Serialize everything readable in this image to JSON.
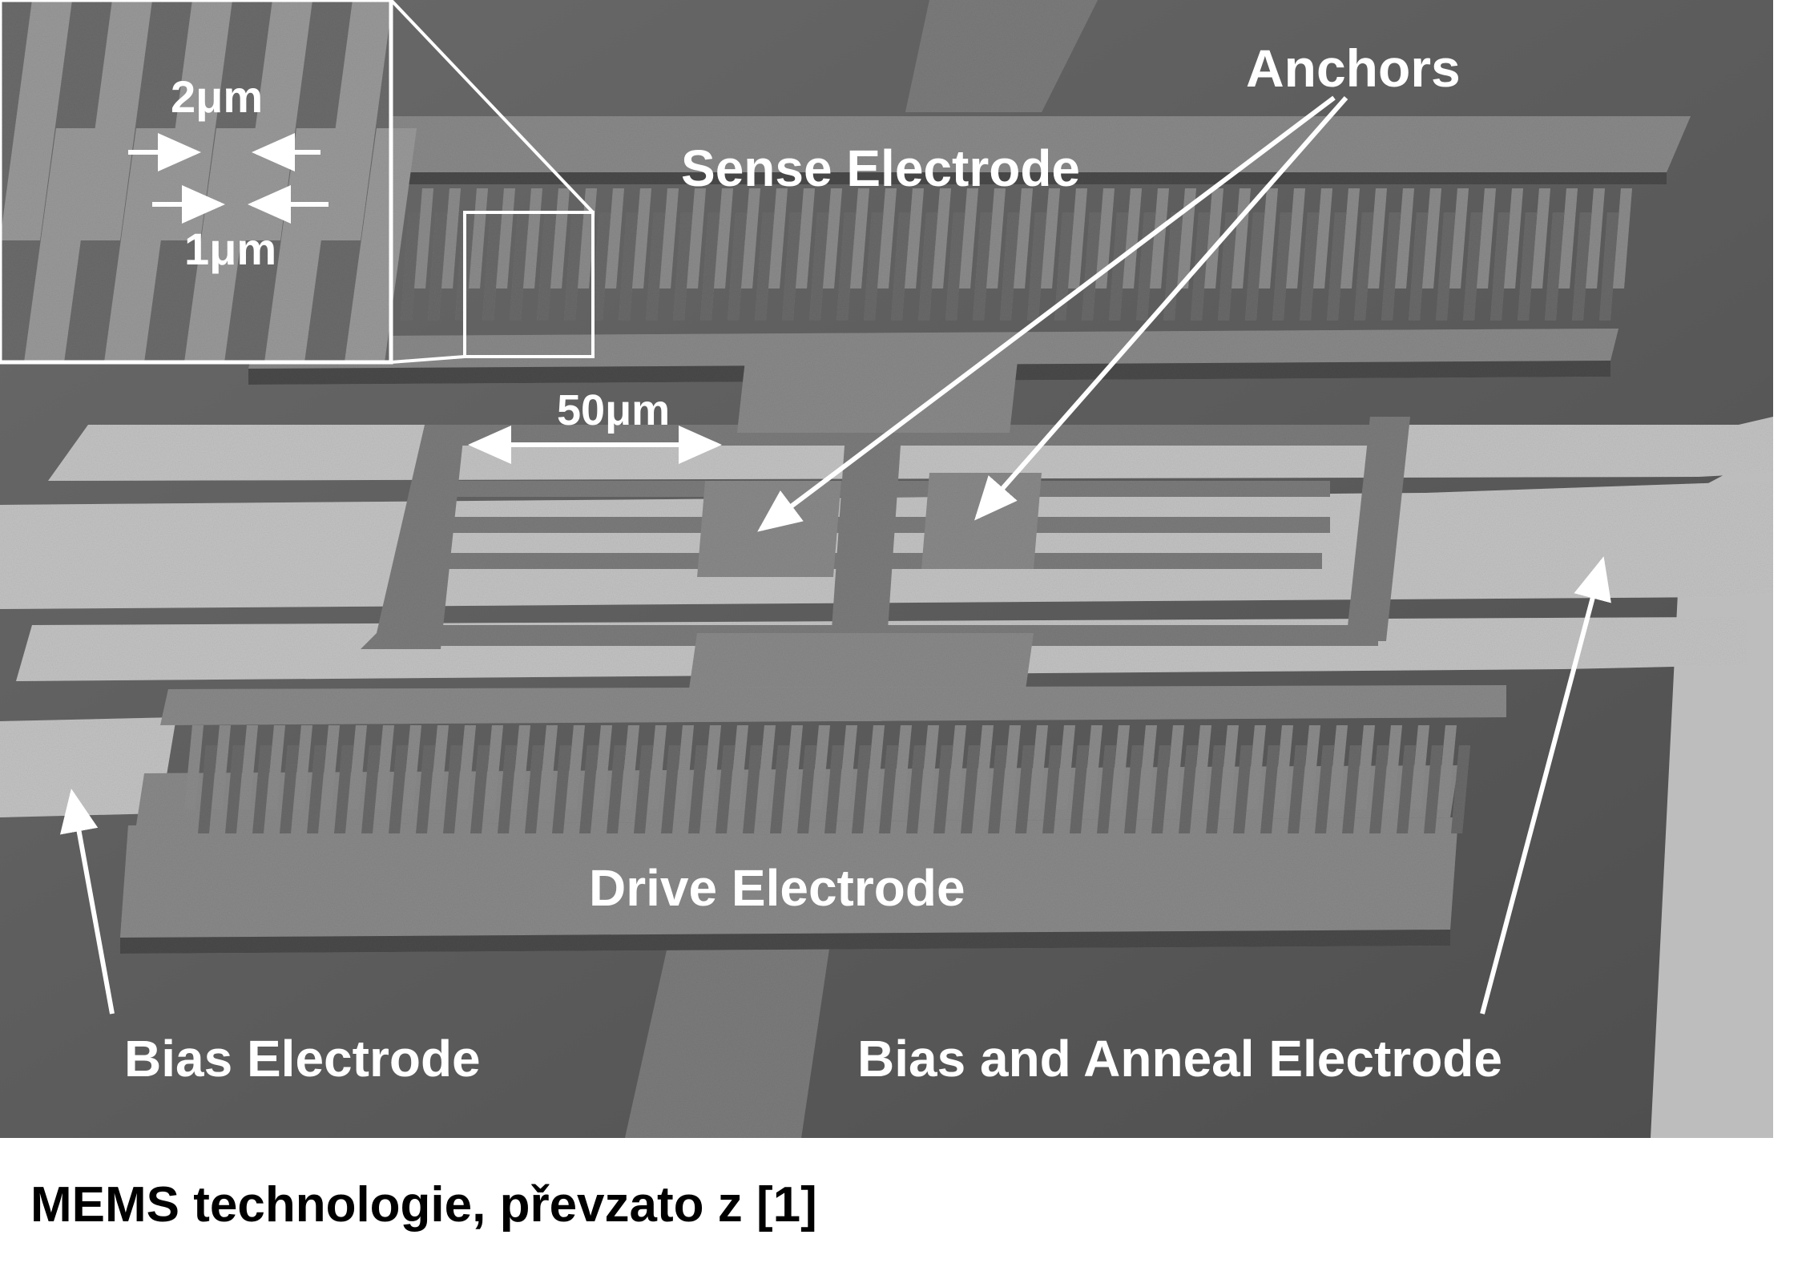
{
  "figure": {
    "labels": {
      "anchors": "Anchors",
      "sense_electrode": "Sense Electrode",
      "drive_electrode": "Drive Electrode",
      "bias_electrode": "Bias Electrode",
      "bias_anneal_electrode": "Bias and Anneal Electrode",
      "scale_2um": "2μm",
      "scale_1um": "1μm",
      "scale_50um": "50μm"
    },
    "colors": {
      "substrate": "#5a5a5a",
      "bias_strip": "#c4c4c4",
      "structure": "#7c7c7c",
      "structure_edge": "#4a4a4a",
      "annotation": "#ffffff"
    }
  },
  "caption": "MEMS technologie, převzato z [1]"
}
